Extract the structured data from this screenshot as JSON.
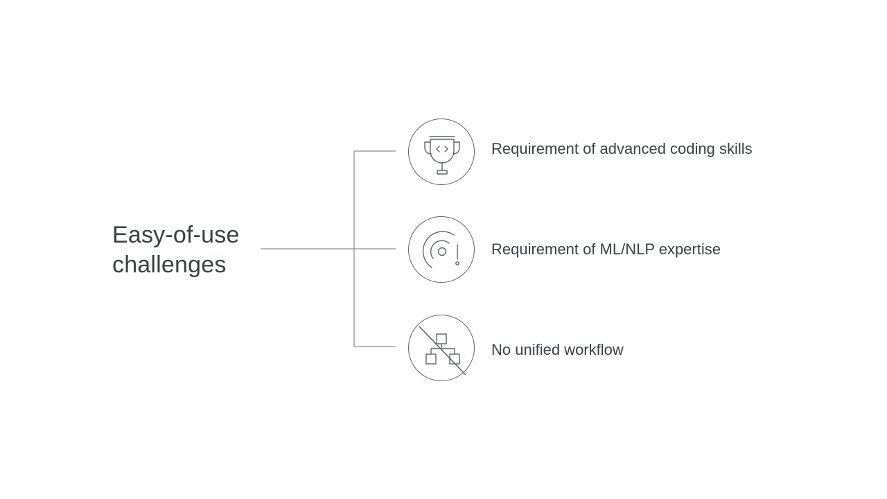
{
  "diagram": {
    "title_lines": [
      "Easy-of-use",
      "challenges"
    ],
    "items": [
      {
        "label": "Requirement of advanced coding skills",
        "icon": "trophy-code-icon"
      },
      {
        "label": "Requirement of ML/NLP expertise",
        "icon": "gauge-alert-icon"
      },
      {
        "label": "No unified workflow",
        "icon": "workflow-off-icon"
      }
    ]
  },
  "colors": {
    "line": "#5f6368",
    "text": "#3c4043",
    "background": "#ffffff"
  }
}
